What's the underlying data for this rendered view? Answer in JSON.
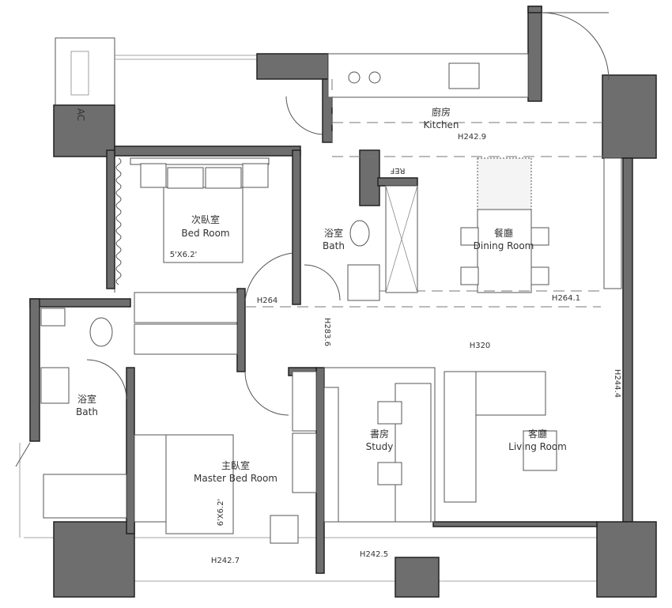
{
  "plan": {
    "ac": "AC",
    "ref": "REF",
    "rooms": {
      "kitchen": {
        "zh": "廚房",
        "en": "Kitchen"
      },
      "bedroom": {
        "zh": "次臥室",
        "en": "Bed Room",
        "bed": "5'X6.2'"
      },
      "bath_upper": {
        "zh": "浴室",
        "en": "Bath"
      },
      "dining": {
        "zh": "餐廳",
        "en": "Dining Room"
      },
      "bath_left": {
        "zh": "浴室",
        "en": "Bath"
      },
      "study": {
        "zh": "書房",
        "en": "Study"
      },
      "living": {
        "zh": "客廳",
        "en": "Living Room"
      },
      "master": {
        "zh": "主臥室",
        "en": "Master Bed Room",
        "bed": "6'X6.2'"
      }
    },
    "heights": {
      "kitchen": "H242.9",
      "hall": "H264",
      "dining": "H264.1",
      "corridor": "H283.6",
      "living_ceiling": "H320",
      "living_side": "H244.4",
      "master": "H242.7",
      "study": "H242.5"
    },
    "colors": {
      "wall": "#6e6e6e",
      "line": "#555555"
    }
  }
}
